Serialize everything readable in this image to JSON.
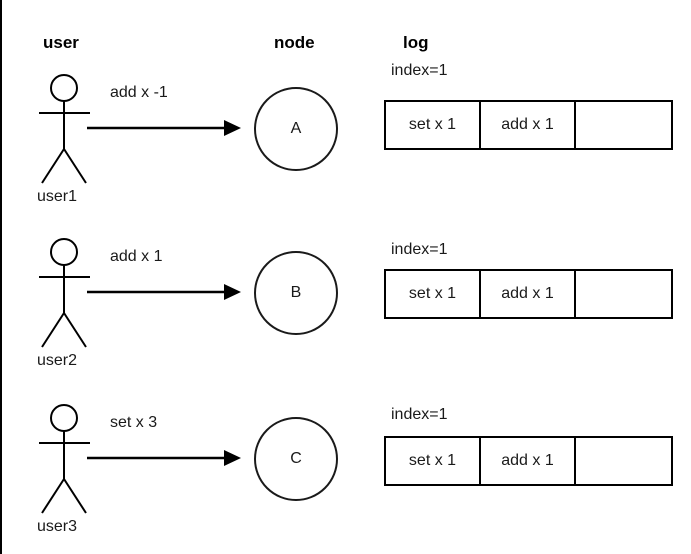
{
  "columns": {
    "user_header": "user",
    "node_header": "node",
    "log_header": "log"
  },
  "rows": [
    {
      "actor_label": "user1",
      "arrow_label": "add x -1",
      "node_label": "A",
      "index_label": "index=1",
      "log_cells": [
        "set x 1",
        "add x 1",
        ""
      ]
    },
    {
      "actor_label": "user2",
      "arrow_label": "add x 1",
      "node_label": "B",
      "index_label": "index=1",
      "log_cells": [
        "set x 1",
        "add x 1",
        ""
      ]
    },
    {
      "actor_label": "user3",
      "arrow_label": "set x 3",
      "node_label": "C",
      "index_label": "index=1",
      "log_cells": [
        "set x 1",
        "add x 1",
        ""
      ]
    }
  ],
  "colors": {
    "stroke": "#000000",
    "text": "#1a1a1a",
    "background": "#ffffff"
  }
}
